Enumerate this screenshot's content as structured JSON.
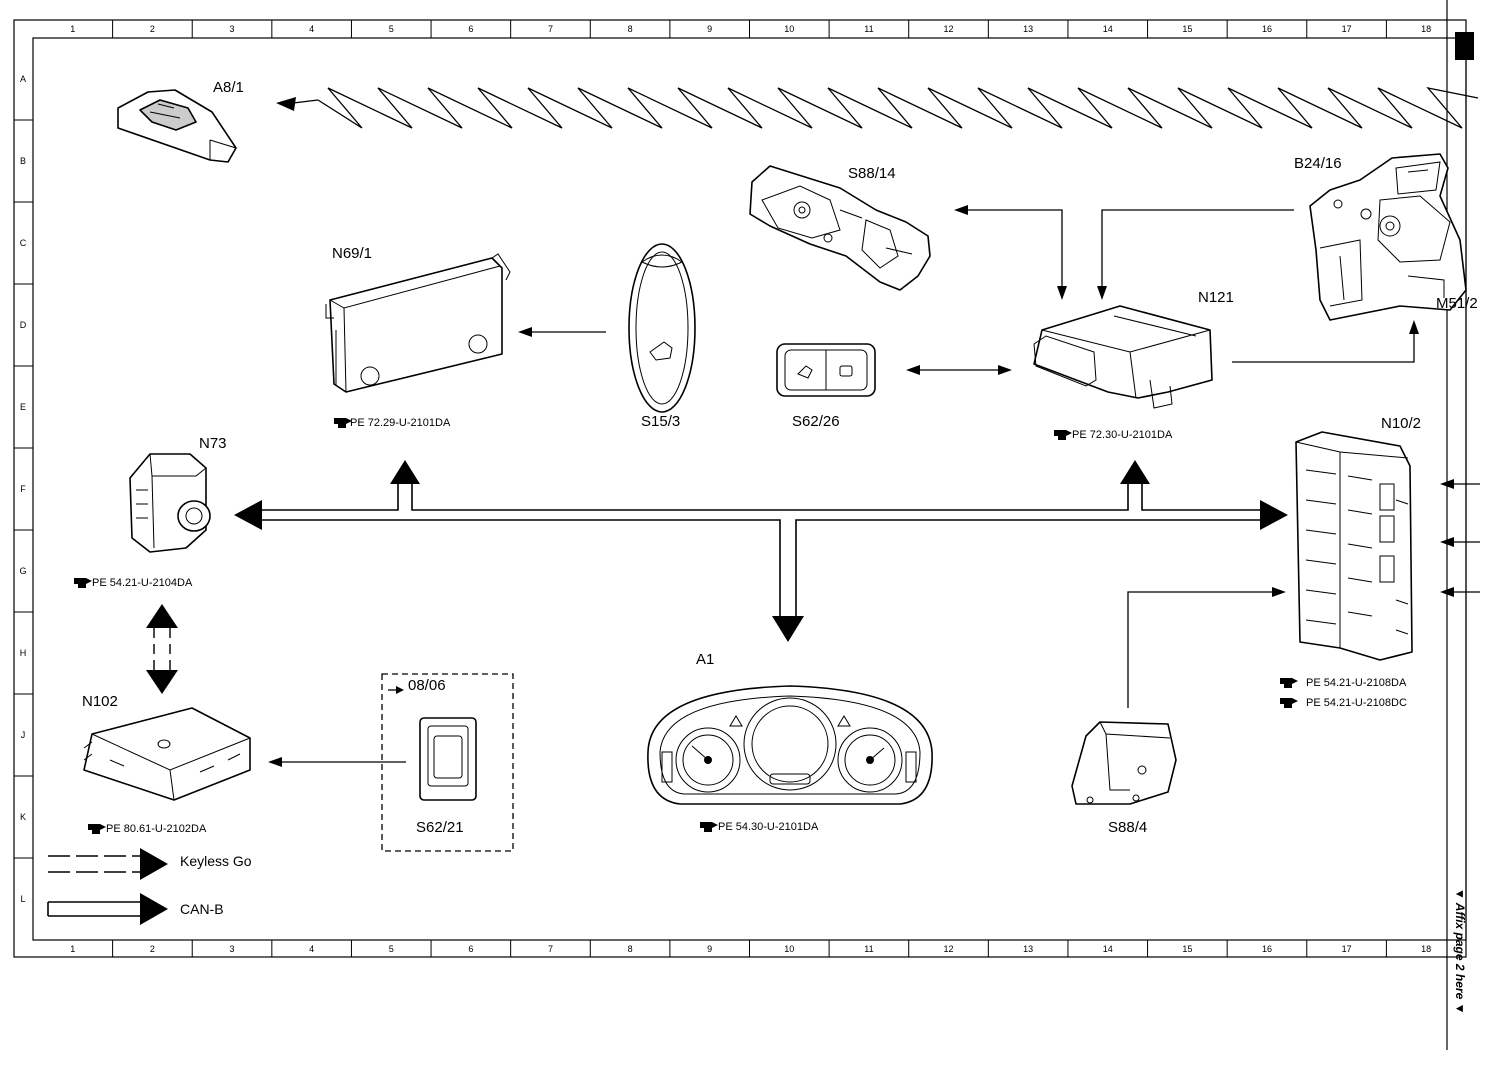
{
  "grid": {
    "columns": [
      "1",
      "2",
      "3",
      "4",
      "5",
      "6",
      "7",
      "8",
      "9",
      "10",
      "11",
      "12",
      "13",
      "14",
      "15",
      "16",
      "17",
      "18"
    ],
    "rows": [
      "A",
      "B",
      "C",
      "D",
      "E",
      "F",
      "G",
      "H",
      "J",
      "K",
      "L"
    ]
  },
  "components": {
    "a8_1": {
      "label": "A8/1"
    },
    "s88_14": {
      "label": "S88/14"
    },
    "b24_16": {
      "label": "B24/16"
    },
    "n69_1": {
      "label": "N69/1",
      "ref": "PE 72.29-U-2101DA"
    },
    "s15_3": {
      "label": "S15/3"
    },
    "s62_26": {
      "label": "S62/26"
    },
    "n121": {
      "label": "N121",
      "ref": "PE 72.30-U-2101DA"
    },
    "m51_2": {
      "label": "M51/2"
    },
    "n73": {
      "label": "N73",
      "ref": "PE 54.21-U-2104DA"
    },
    "n10_2": {
      "label": "N10/2",
      "ref1": "PE 54.21-U-2108DA",
      "ref2": "PE 54.21-U-2108DC"
    },
    "n102": {
      "label": "N102",
      "ref": "PE 80.61-U-2102DA"
    },
    "s62_21": {
      "label": "S62/21",
      "note": "08/06"
    },
    "a1": {
      "label": "A1",
      "ref": "PE 54.30-U-2101DA"
    },
    "s88_4": {
      "label": "S88/4"
    }
  },
  "legend": {
    "keyless_go": "Keyless Go",
    "can_b": "CAN-B"
  },
  "side_note": "▼ Affix page 2 here ▼"
}
